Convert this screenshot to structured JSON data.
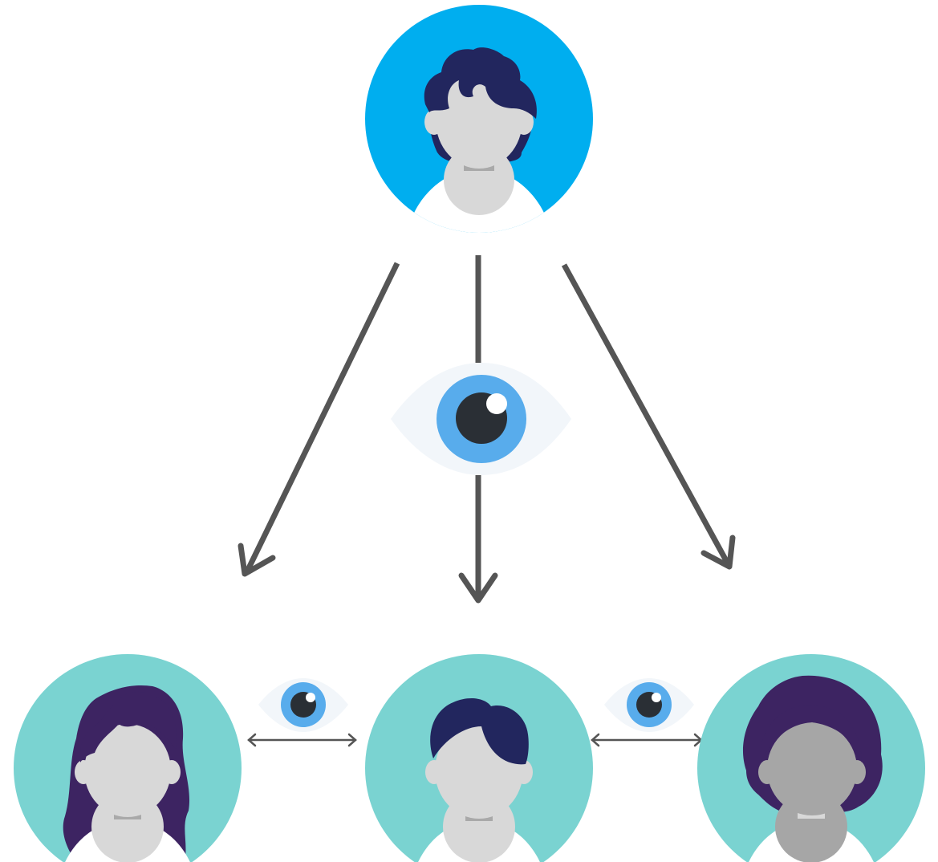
{
  "diagram": {
    "top_person": {
      "role": "observer",
      "circle_color": "#00AEEF",
      "hair_color": "#22265E"
    },
    "bottom_people": [
      {
        "role": "peer-left",
        "circle_color": "#7AD3D1",
        "hair_color": "#3D2462",
        "skin": "#D8D8D8"
      },
      {
        "role": "peer-center",
        "circle_color": "#7AD3D1",
        "hair_color": "#22265E",
        "skin": "#D8D8D8"
      },
      {
        "role": "peer-right",
        "circle_color": "#7AD3D1",
        "hair_color": "#3D2462",
        "skin": "#A6A6A6"
      }
    ],
    "arrow_color": "#555555",
    "eye": {
      "white": "#F2F6FA",
      "iris": "#58ACEC",
      "pupil": "#2A2F35",
      "glint": "#FFFFFF"
    },
    "icons": [
      "eye-icon",
      "person-icon",
      "arrow-icon",
      "double-arrow-icon"
    ]
  }
}
